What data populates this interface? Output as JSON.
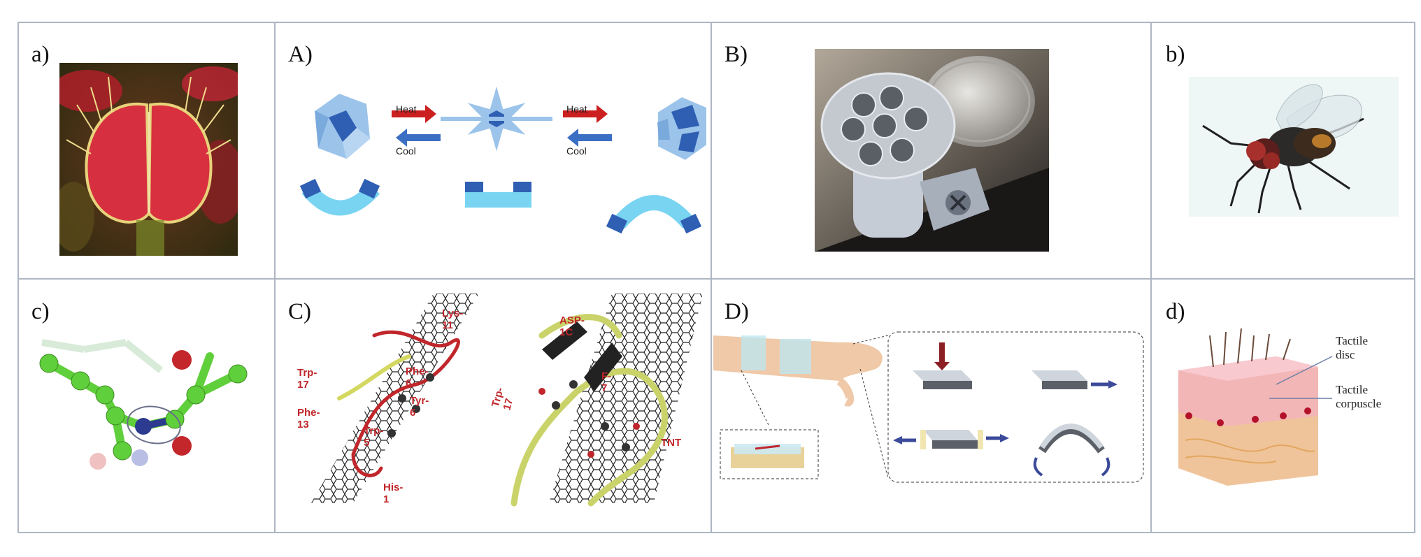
{
  "panels": {
    "a": {
      "label": "a)"
    },
    "A": {
      "label": "A)",
      "heat1": "Heat",
      "cool1": "Cool",
      "heat2": "Heat",
      "cool2": "Cool"
    },
    "B": {
      "label": "B)"
    },
    "b": {
      "label": "b)"
    },
    "c": {
      "label": "c)"
    },
    "C": {
      "label": "C)",
      "residues": [
        "Lys-11",
        "Trp-17",
        "Phe-6",
        "Tyr-6",
        "Phe-13",
        "Trp-5",
        "His-1",
        "ASP-1C",
        "Trp-17",
        "F-7",
        "TNT"
      ]
    },
    "D": {
      "label": "D)"
    },
    "d": {
      "label": "d)",
      "tactile_disc_line1": "Tactile",
      "tactile_disc_line2": "disc",
      "tactile_corpuscle_line1": "Tactile",
      "tactile_corpuscle_line2": "corpuscle"
    }
  },
  "colors": {
    "border": "#aeb6c2",
    "heat_arrow": "#cc1f1f",
    "cool_arrow": "#3b6fc4",
    "residue_label": "#c0262b",
    "cnt_line": "#222222",
    "peptide_green": "#c9d36a"
  }
}
